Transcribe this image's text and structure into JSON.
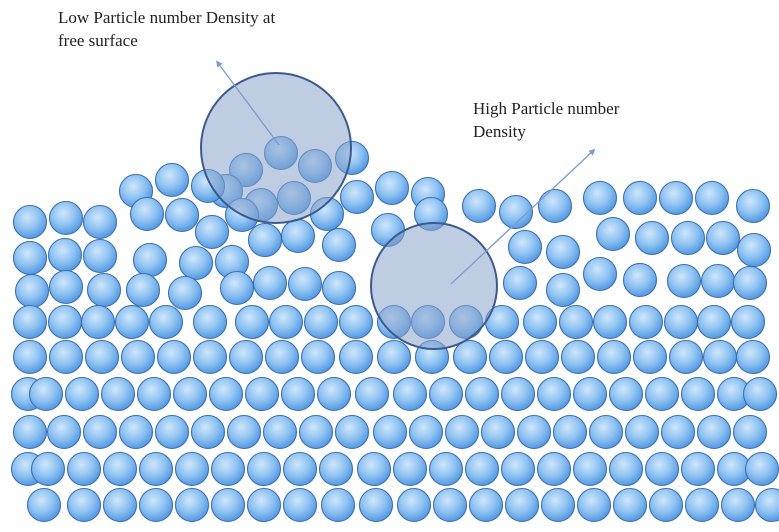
{
  "labels": {
    "low_density_line1": "Low Particle number Density at",
    "low_density_line2": "free surface",
    "high_density_line1": "High Particle number",
    "high_density_line2": "Density"
  },
  "colors": {
    "particle_light": "#cfe6fb",
    "particle_mid": "#8ec2f2",
    "particle_dark": "#4f96e0",
    "particle_stroke": "#3f6fb0",
    "highlight_fill": "#8aa4cc",
    "highlight_stroke": "#3c5a8e",
    "arrow": "#7c9ccc",
    "text": "#222222"
  },
  "icons": {
    "particle": "particle-icon",
    "highlight": "density-circle-icon",
    "arrow": "arrow-icon"
  }
}
